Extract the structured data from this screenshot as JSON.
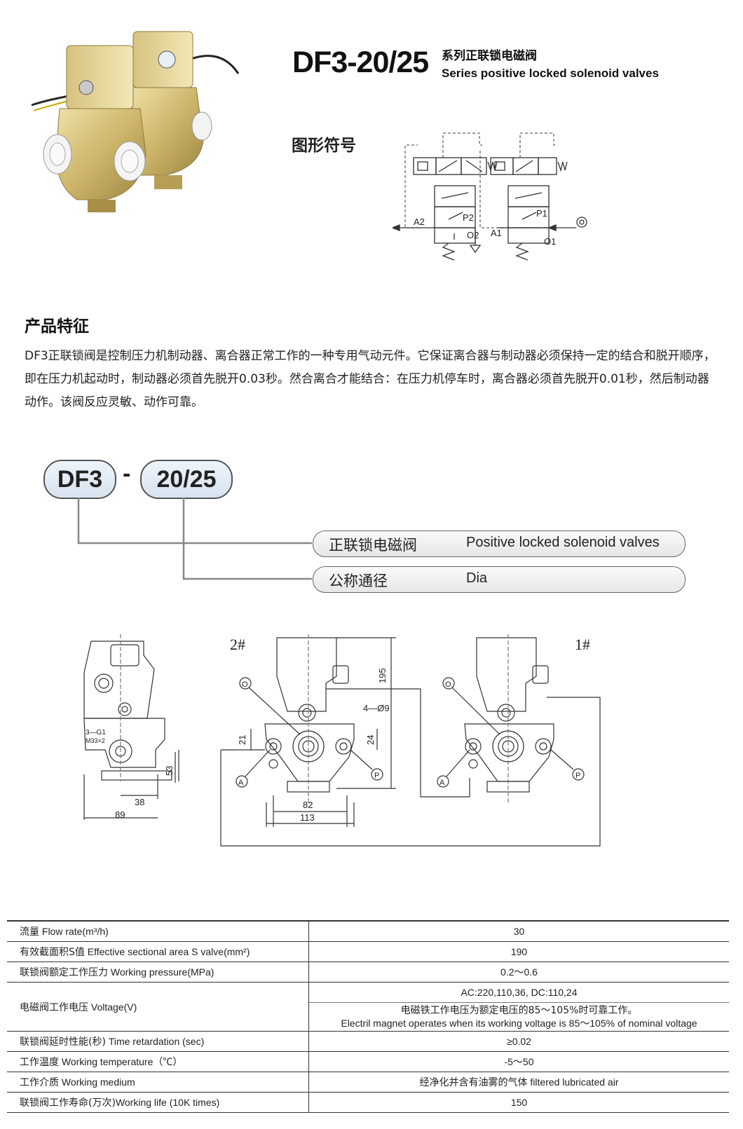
{
  "header": {
    "model": "DF3-20/25",
    "title_cn": "系列正联锁电磁阀",
    "title_en": "Series positive locked solenoid valves"
  },
  "symbol_section": {
    "heading": "图形符号",
    "labels": {
      "a2": "A2",
      "p2": "P2",
      "o2": "O2",
      "a1": "A1",
      "p1": "P1",
      "o1": "O1"
    }
  },
  "features": {
    "heading": "产品特征",
    "text": "DF3正联锁阀是控制压力机制动器、离合器正常工作的一种专用气动元件。它保证离合器与制动器必须保持一定的结合和脱开顺序，即在压力机起动时，制动器必须首先脱开0.03秒。然合离合才能结合：在压力机停车时，离合器必须首先脱开0.01秒，然后制动器动作。该阀反应灵敏、动作可靠。"
  },
  "model_code": {
    "part1": "DF3",
    "dash": "-",
    "part2": "20/25",
    "desc": [
      {
        "cn": "正联锁电磁阀",
        "en": "Positive locked solenoid valves"
      },
      {
        "cn": "公称通径",
        "en": "Dia"
      }
    ]
  },
  "drawing": {
    "valve2_label": "2#",
    "valve1_label": "1#",
    "port_o": "O",
    "port_a": "A",
    "port_p": "P",
    "dim_195": "195",
    "dim_holes": "4—Ø9",
    "dim_21": "21",
    "dim_24": "24",
    "dim_82": "82",
    "dim_113": "113",
    "dim_53": "53",
    "dim_38": "38",
    "dim_89": "89",
    "thread_1": "3—G1",
    "thread_2": "M33×2"
  },
  "specs": [
    {
      "label_cn": "流量",
      "label_en": "Flow rate(m³/h)",
      "value": "30"
    },
    {
      "label_cn": "有效截面积S值",
      "label_en": "Effective sectional area S valve(mm²)",
      "value": "190"
    },
    {
      "label_cn": "联锁阀额定工作压力",
      "label_en": "Working pressure(MPa)",
      "value": "0.2～0.6"
    },
    {
      "label_cn": "电磁阀工作电压",
      "label_en": "Voltage(V)",
      "value": "AC:220,110,36, DC:110,24",
      "value2_cn": "电磁铁工作电压为额定电压的85～105%时可靠工作。",
      "value2_en": "Electril magnet operates when its working voltage is 85～105% of nominal voltage"
    },
    {
      "label_cn": "联锁阀延时性能(秒)",
      "label_en": "Time retardation (sec)",
      "value": "≥0.02"
    },
    {
      "label_cn": "工作温度",
      "label_en": "Working temperature（℃）",
      "value": "-5～50"
    },
    {
      "label_cn": "工作介质",
      "label_en": "Working medium",
      "value_cn": "经净化并含有油雾的气体",
      "value_en": "filtered lubricated air"
    },
    {
      "label_cn": "联锁阀工作寿命(万次)",
      "label_en": "Working life (10K times)",
      "value": "150"
    }
  ]
}
